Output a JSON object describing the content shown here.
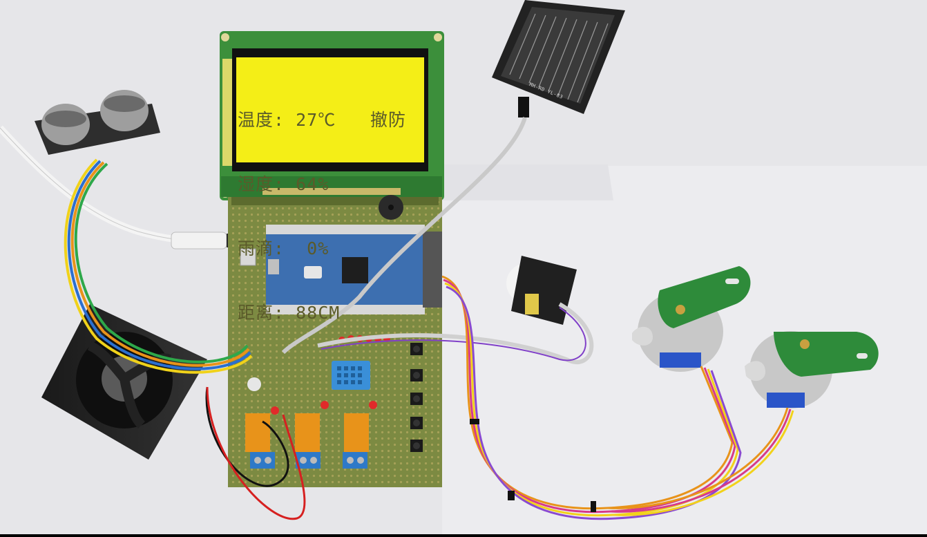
{
  "lcd": {
    "lines": [
      {
        "label": "温度:",
        "value": "27℃",
        "status": "撤防"
      },
      {
        "label": "湿度:",
        "value": "64%"
      },
      {
        "label": "雨滴:",
        "value": " 0%"
      },
      {
        "label": "距离:",
        "value": "88CM"
      }
    ],
    "backlight_color": "#f4ee17"
  },
  "rain_sensor": {
    "label": "MH-RD",
    "code": "YL-83"
  },
  "colors": {
    "background": "#e9e9ec",
    "pcb_green": "#3c8f3b",
    "perfboard": "#7c8a42",
    "mcu_blue": "#3d6fb0",
    "relay_orange": "#e8931a",
    "terminal_blue": "#2e79c8",
    "motor_pcb": "#2e8b3a",
    "wire_grey": "#c9c9c9"
  },
  "components": [
    "lcd-module",
    "ultrasonic-sensor",
    "rain-sensor",
    "microcontroller-board",
    "buzzer",
    "fan",
    "dht-sensor",
    "relay",
    "relay",
    "relay",
    "pir-sensor",
    "stepper-motor",
    "stepper-motor",
    "push-button"
  ]
}
